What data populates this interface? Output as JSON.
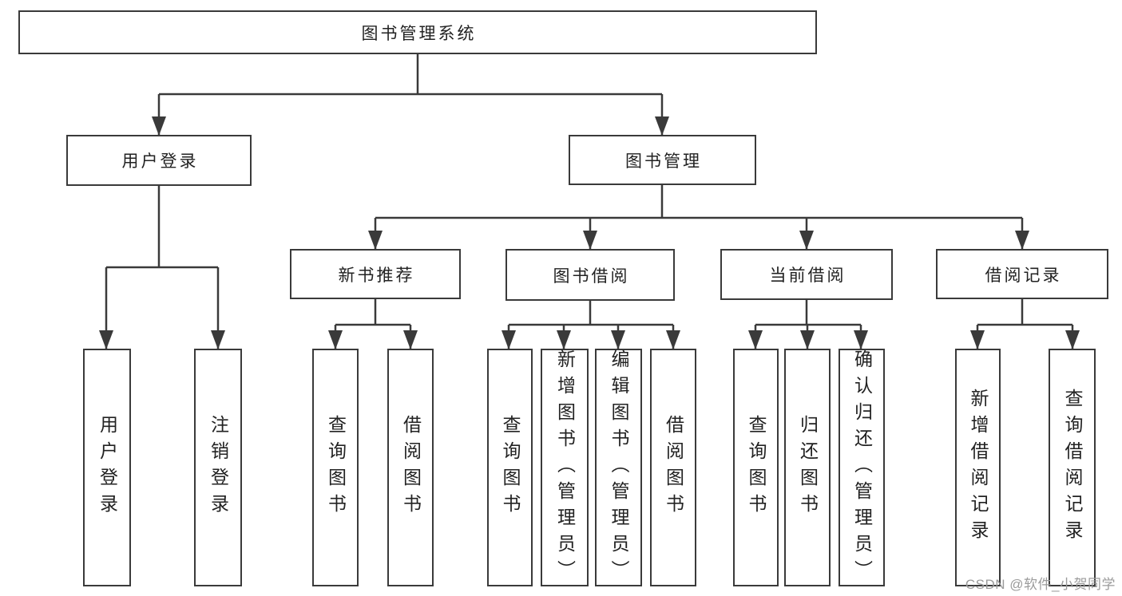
{
  "tree": {
    "root": "图书管理系统",
    "branches": [
      {
        "label": "用户登录",
        "children": [
          "用户登录",
          "注销登录"
        ]
      },
      {
        "label": "图书管理",
        "groups": [
          {
            "label": "新书推荐",
            "children": [
              "查询图书",
              "借阅图书"
            ]
          },
          {
            "label": "图书借阅",
            "children": [
              "查询图书",
              "新增图书（管理员）",
              "编辑图书（管理员）",
              "借阅图书"
            ]
          },
          {
            "label": "当前借阅",
            "children": [
              "查询图书",
              "归还图书",
              "确认归还（管理员）"
            ]
          },
          {
            "label": "借阅记录",
            "children": [
              "新增借阅记录",
              "查询借阅记录"
            ]
          }
        ]
      }
    ]
  },
  "watermark": "CSDN @软件_小贺同学",
  "colors": {
    "line": "#3a3a3a",
    "text": "#222222",
    "watermark": "#9b9b9b",
    "background": "#ffffff"
  }
}
